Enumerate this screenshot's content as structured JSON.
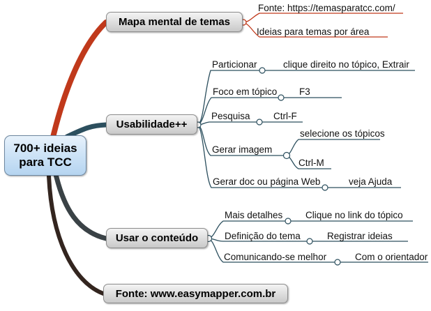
{
  "map": {
    "title": "700+ ideias para TCC",
    "root": {
      "line1": "700+ ideias",
      "line2": "para TCC"
    },
    "branches": [
      {
        "label": "Mapa mental de temas",
        "color": "#C0391B",
        "children": [
          {
            "label": "Fonte: https://temasparatcc.com/",
            "children": []
          },
          {
            "label": "Ideias para temas por área",
            "children": []
          }
        ]
      },
      {
        "label": "Usabilidade++",
        "color": "#2C4F5E",
        "children": [
          {
            "label": "Particionar",
            "children": [
              {
                "label": "clique direito no tópico, Extrair"
              }
            ]
          },
          {
            "label": "Foco em tópico",
            "children": [
              {
                "label": "F3"
              }
            ]
          },
          {
            "label": "Pesquisa",
            "children": [
              {
                "label": "Ctrl-F"
              }
            ]
          },
          {
            "label": "Gerar imagem",
            "children": [
              {
                "label": "selecione os tópicos"
              },
              {
                "label": "Ctrl-M"
              }
            ]
          },
          {
            "label": "Gerar doc ou página Web",
            "children": [
              {
                "label": "veja Ajuda"
              }
            ]
          }
        ]
      },
      {
        "label": "Usar o conteúdo",
        "color": "#3A4246",
        "children": [
          {
            "label": "Mais detalhes",
            "children": [
              {
                "label": "Clique no link do tópico"
              }
            ]
          },
          {
            "label": "Definição do tema",
            "children": [
              {
                "label": "Registrar ideias"
              }
            ]
          },
          {
            "label": "Comunicando-se melhor",
            "children": [
              {
                "label": "Com o orientador"
              }
            ]
          }
        ]
      },
      {
        "label": "Fonte: www.easymapper.com.br",
        "color": "#33251F",
        "children": []
      }
    ],
    "colors": {
      "root_fill_top": "#e8f2fb",
      "root_fill_bottom": "#b5d4f0",
      "root_border": "#6d87a0",
      "node_fill_top": "#f4f4f4",
      "node_fill_bottom": "#c9c9c9",
      "node_border": "#8d8d8d",
      "branch_1": "#C0391B",
      "branch_2": "#2C4F5E",
      "branch_3": "#3A4246",
      "branch_4": "#33251F",
      "leaf_line": "#2C4F5E",
      "leaf_line_red": "#C0391B",
      "text": "#101010",
      "background": "#ffffff"
    }
  }
}
